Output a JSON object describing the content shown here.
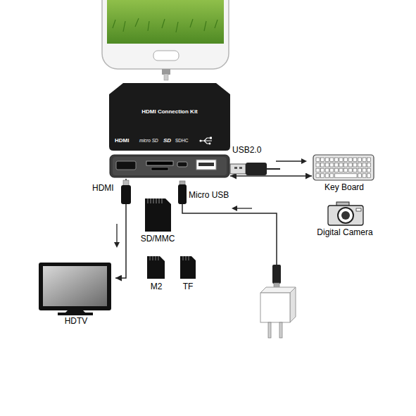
{
  "diagram": {
    "nodes": [
      {
        "text": [
          "HDMI Connection Kit"
        ]
      },
      {
        "text": [
          "Key Board"
        ]
      },
      {
        "text": [
          "Digital Camera"
        ]
      },
      {
        "text": [
          "SD/MMC"
        ]
      },
      {
        "text": [
          "M2"
        ]
      },
      {
        "text": [
          "TF"
        ]
      },
      {
        "text": [
          "HDTV"
        ]
      }
    ],
    "edges": [
      {
        "from": 0,
        "to": 1,
        "label": "USB2.0",
        "arrow": "both"
      },
      {
        "from": 0,
        "to": 6,
        "label": "HDMI",
        "arrow": "to"
      }
    ],
    "labels": [
      "HDMI",
      "micro SD",
      "SD",
      "SDHC",
      "Micro USB"
    ]
  }
}
